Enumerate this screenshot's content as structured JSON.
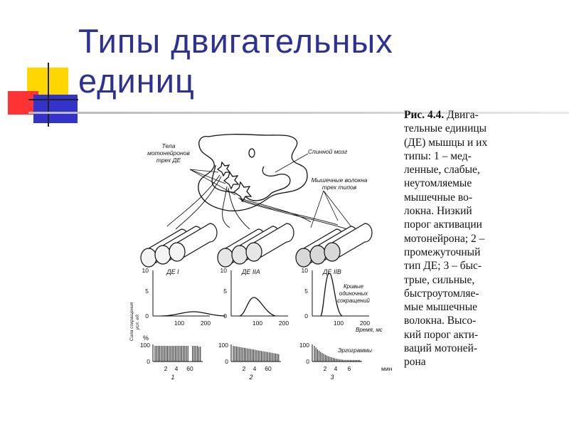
{
  "slide": {
    "title_line1": "Типы двигательных",
    "title_line2": "единиц"
  },
  "colors": {
    "title": "#2e3192",
    "square_yellow": "#ffd700",
    "square_red": "#ff3333",
    "square_blue": "#3333cc"
  },
  "caption": {
    "fig_label": "Рис. 4.4.",
    "lines": [
      "Двига-",
      "тельные единицы",
      "(ДЕ) мышцы и их",
      "типы: 1 – мед-",
      "ленные, слабые,",
      "неутомляемые",
      "мышечные во-",
      "локна. Низкий",
      "порог активации",
      "мотонейрона; 2 –",
      "промежуточный",
      "тип ДЕ; 3 – быс-",
      "трые, сильные,",
      "быстроутомляе-",
      "мые мышечные",
      "волокна. Высо-",
      "кий порог акти-",
      "ваций мотоней-",
      "рона"
    ]
  },
  "figure": {
    "labels": {
      "motoneuron_bodies": [
        "Тела",
        "мотонейронов",
        "трех ДЕ"
      ],
      "spinal_cord": "Спинной мозг",
      "muscle_fibers": [
        "Мышечные волокна",
        "трех типов"
      ],
      "curves_note": [
        "Кривые",
        "одиночных",
        "сокращений"
      ],
      "time_axis": "Время, мс",
      "ergograms": "Эргограммы",
      "force_axis": [
        "Сила сокращения",
        "усл. ед."
      ],
      "percent_axis": "%",
      "minutes_unit": "мин"
    },
    "panels": [
      {
        "title": "ДЕ I",
        "y_ticks": [
          "10",
          "5",
          "0"
        ],
        "x_ticks": [
          "100",
          "200"
        ],
        "ergo_y_ticks": [
          "100",
          "0"
        ],
        "ergo_x_ticks": [
          "2",
          "4",
          "60"
        ],
        "number": "1"
      },
      {
        "title": "ДЕ IIA",
        "y_ticks": [
          "10",
          "5",
          "0"
        ],
        "x_ticks": [
          "100",
          "200"
        ],
        "ergo_y_ticks": [
          "100",
          "0"
        ],
        "ergo_x_ticks": [
          "2",
          "4",
          "60"
        ],
        "number": "2"
      },
      {
        "title": "ДЕ IIB",
        "y_ticks": [
          "10",
          "5",
          "0"
        ],
        "x_ticks": [
          "100",
          "200"
        ],
        "ergo_y_ticks": [
          "100",
          "0"
        ],
        "ergo_x_ticks": [
          "2",
          "4",
          "6"
        ],
        "number": "3"
      }
    ]
  }
}
